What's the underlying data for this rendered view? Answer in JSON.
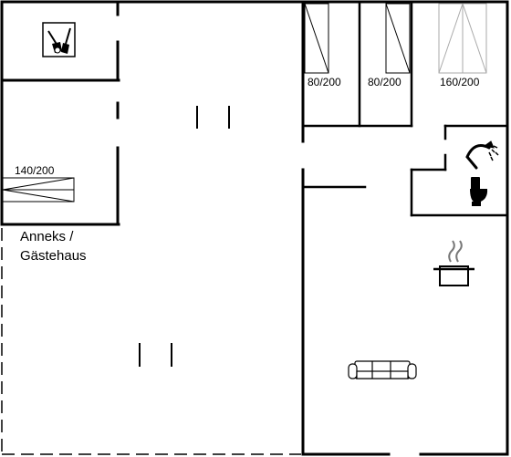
{
  "rooms": {
    "annex_bed": "140/200",
    "bed_1": "80/200",
    "bed_2": "80/200",
    "bed_3": "160/200"
  },
  "annex_label": {
    "line1": "Anneks /",
    "line2": "Gästehaus"
  },
  "icons": [
    "cleaning-tools-icon",
    "shower-icon",
    "toilet-icon",
    "cooking-pot-icon",
    "sofa-icon"
  ]
}
